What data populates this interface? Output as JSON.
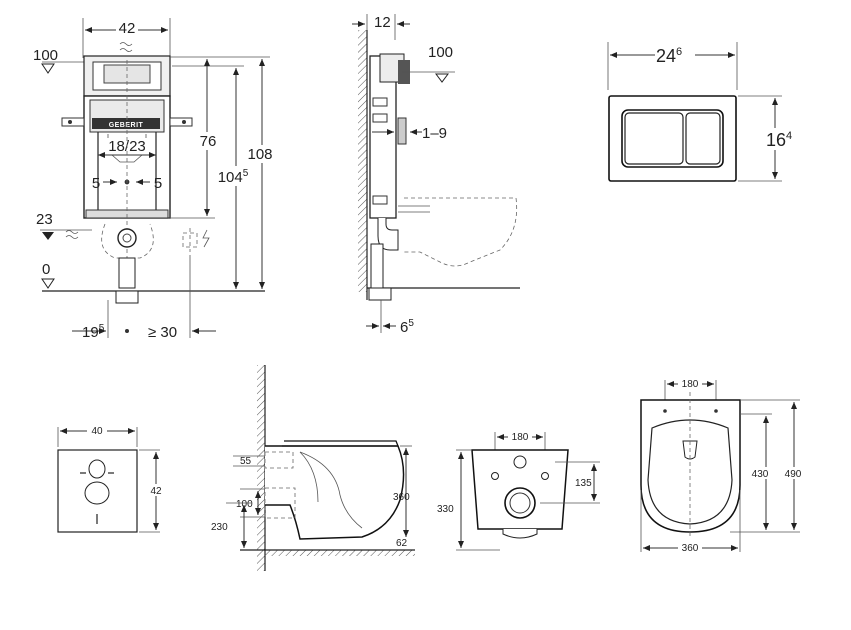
{
  "frame_front": {
    "brand": "GEBERIT",
    "width": "42",
    "level_top": "100",
    "h76": "76",
    "h104": "104",
    "h104_sup": "5",
    "h108": "108",
    "d1823": "18/23",
    "five_l": "5",
    "five_r": "5",
    "level_23": "23",
    "level_0": "0",
    "d19": "19",
    "d19_sup": "5",
    "d30": "≥ 30"
  },
  "frame_side": {
    "d12": "12",
    "level_100": "100",
    "d19range": "1–9",
    "d6": "6",
    "d6_sup": "5"
  },
  "plate": {
    "w": "24",
    "w_sup": "6",
    "h": "16",
    "h_sup": "4"
  },
  "wall_plate": {
    "w": "40",
    "h": "42"
  },
  "bowl_side": {
    "d55": "55",
    "d100": "100",
    "d230": "230",
    "d360": "360",
    "d62": "62"
  },
  "bowl_back": {
    "d180": "180",
    "d135": "135",
    "d330": "330"
  },
  "bowl_top": {
    "d180": "180",
    "d430": "430",
    "d490": "490",
    "d360": "360"
  }
}
